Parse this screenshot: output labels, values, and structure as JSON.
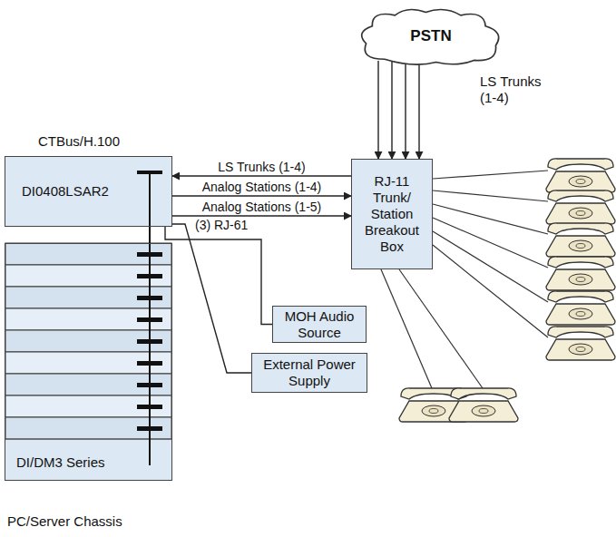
{
  "diagram": {
    "nodes": [
      {
        "text": [
          "PSTN"
        ]
      },
      {
        "text": [
          "DI0408LSAR2"
        ]
      },
      {
        "text": [
          "RJ-11 Trunk/ Station Breakout Box"
        ]
      },
      {
        "text": [
          "MOH Audio Source"
        ]
      },
      {
        "text": [
          "External Power Supply"
        ]
      },
      {
        "text": [
          "DI/DM3 Series"
        ]
      }
    ],
    "edges": [
      {
        "from": 0,
        "to": 2,
        "arrow": "to",
        "label": "LS Trunks (1-4)"
      },
      {
        "from": 2,
        "to": 1,
        "arrow": "to",
        "label": "LS Trunks (1-4)"
      },
      {
        "from": 1,
        "to": 2,
        "arrow": "to",
        "label": "Analog Stations (1-4)"
      },
      {
        "from": 1,
        "to": 2,
        "arrow": "to",
        "label": "Analog Stations (1-5)"
      },
      {
        "from": 1,
        "to": 3,
        "arrow": "none"
      },
      {
        "from": 1,
        "to": 4,
        "arrow": "none"
      }
    ],
    "labels": [
      "CTBus/H.100",
      "(3) RJ-61",
      "PC/Server Chassis"
    ]
  }
}
